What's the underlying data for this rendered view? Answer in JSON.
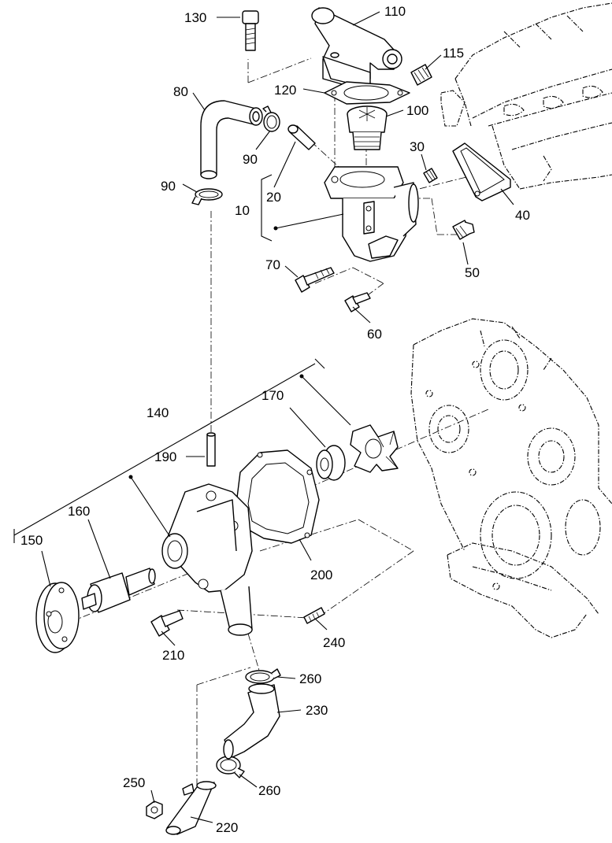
{
  "callouts": {
    "c130": "130",
    "c110": "110",
    "c115": "115",
    "c120": "120",
    "c100": "100",
    "c80": "80",
    "c90a": "90",
    "c90b": "90",
    "c20": "20",
    "c10": "10",
    "c30": "30",
    "c40": "40",
    "c50": "50",
    "c70": "70",
    "c60": "60",
    "c140": "140",
    "c170": "170",
    "c190": "190",
    "c160": "160",
    "c150": "150",
    "c200": "200",
    "c210": "210",
    "c240": "240",
    "c260a": "260",
    "c230": "230",
    "c250": "250",
    "c260b": "260",
    "c220": "220"
  }
}
